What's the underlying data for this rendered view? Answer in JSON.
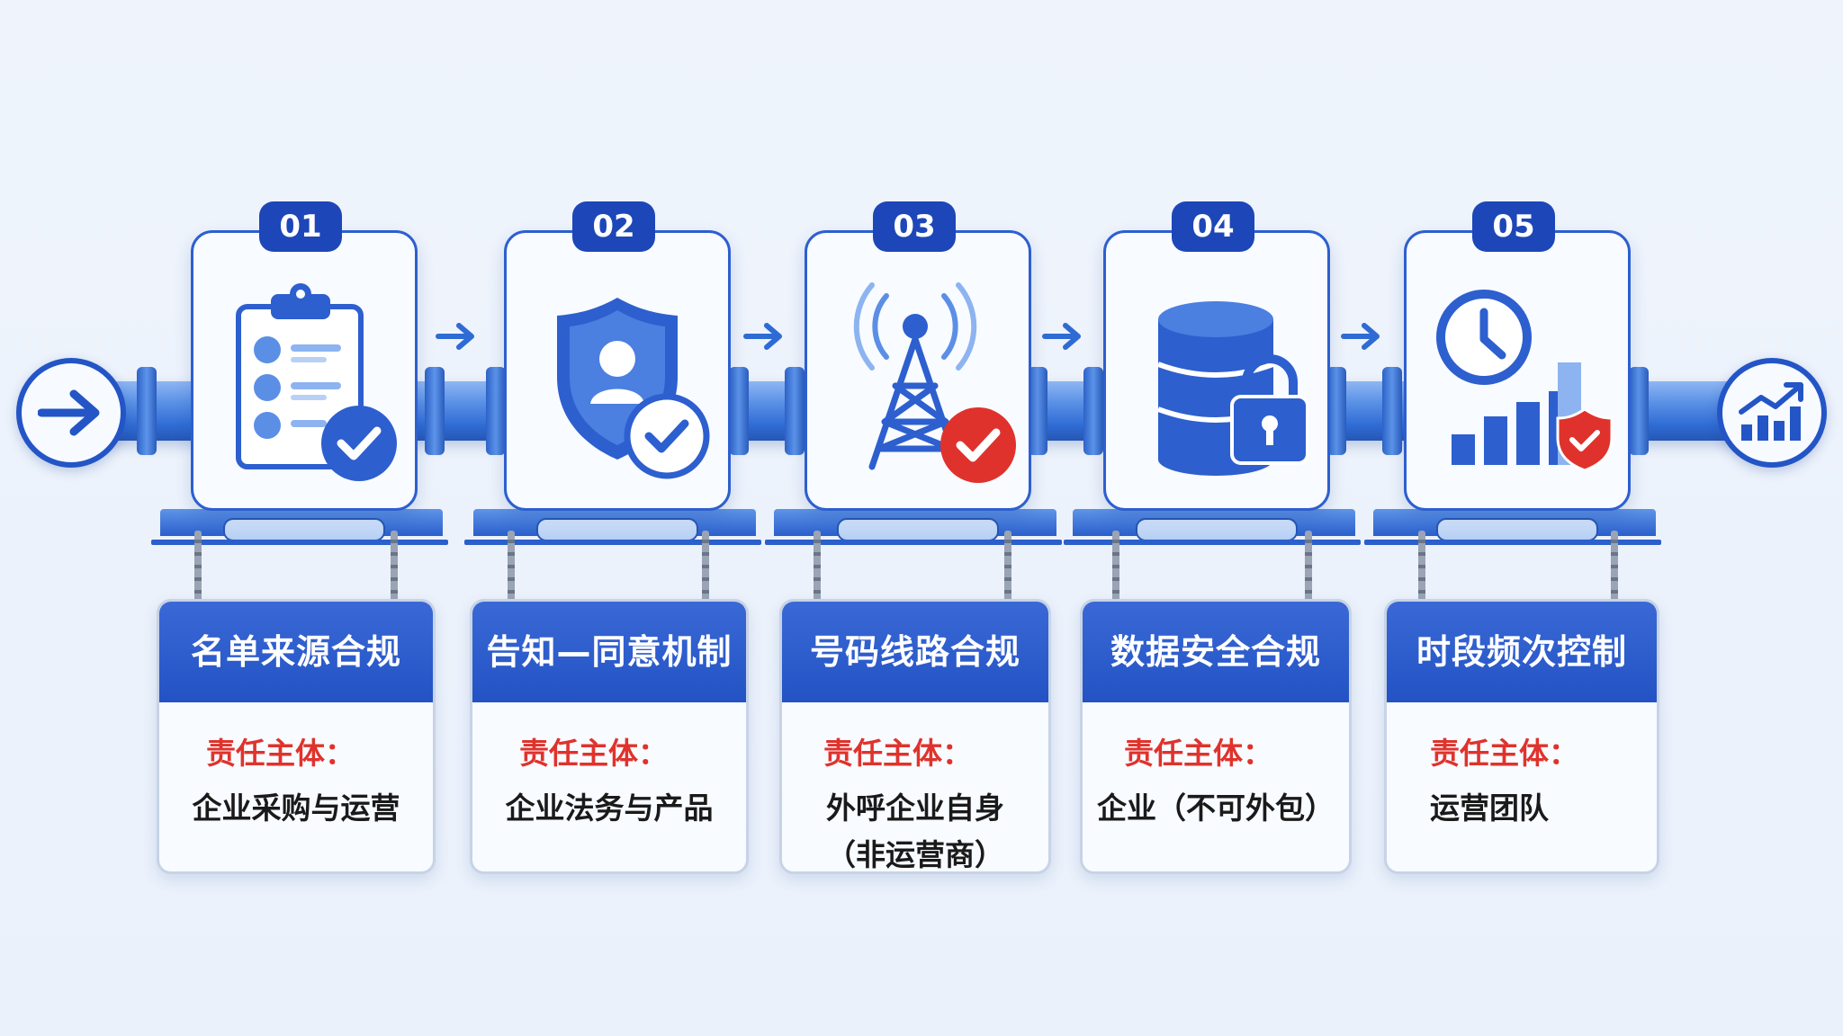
{
  "colors": {
    "primary": "#2352c4",
    "navy": "#1d47b8",
    "accent_red": "#e0322c",
    "background": "#eef3fb"
  },
  "flow": {
    "start_icon": "arrow-right-icon",
    "end_icon": "growth-chart-icon",
    "connector_icon": "arrow-right-icon"
  },
  "steps": [
    {
      "number": "01",
      "icon": "clipboard-check-icon",
      "title": "名单来源合规",
      "responsible_label": "责任主体：",
      "responsible": "企业采购与运营"
    },
    {
      "number": "02",
      "icon": "shield-user-check-icon",
      "title": "告知—同意机制",
      "responsible_label": "责任主体：",
      "responsible": "企业法务与产品"
    },
    {
      "number": "03",
      "icon": "signal-tower-check-icon",
      "title": "号码线路合规",
      "responsible_label": "责任主体：",
      "responsible": "外呼企业自身（非运营商）"
    },
    {
      "number": "04",
      "icon": "database-lock-icon",
      "title": "数据安全合规",
      "responsible_label": "责任主体：",
      "responsible": "企业（不可外包）"
    },
    {
      "number": "05",
      "icon": "clock-bar-shield-icon",
      "title": "时段频次控制",
      "responsible_label": "责任主体：",
      "responsible": "运营团队"
    }
  ]
}
